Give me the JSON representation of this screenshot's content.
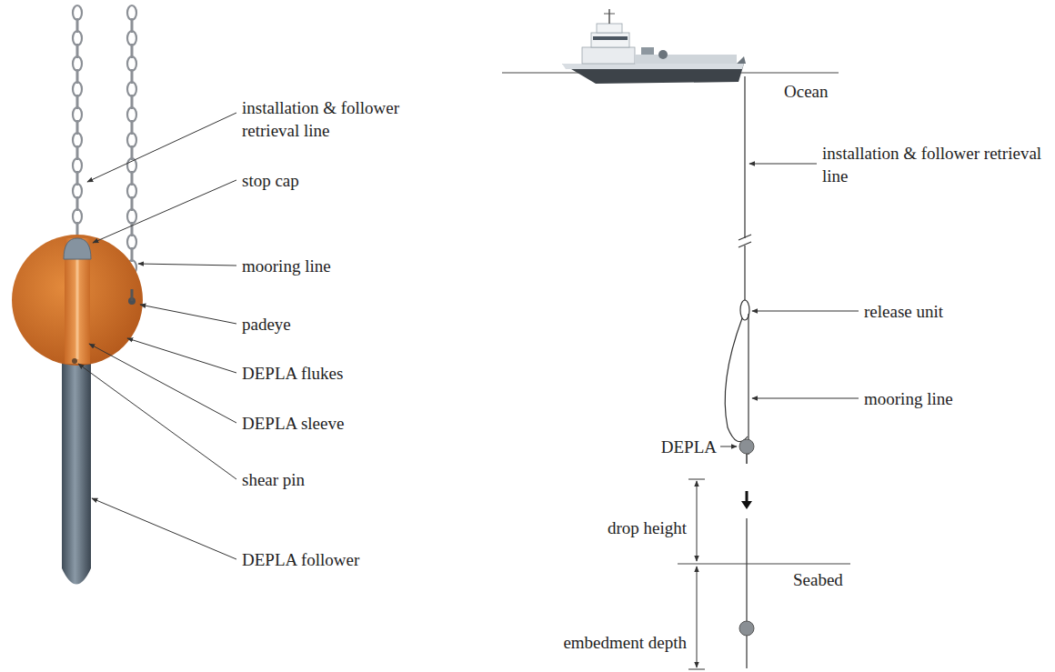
{
  "diagram": {
    "labels": [
      "installation & follower retrieval line",
      "stop cap",
      "mooring line",
      "padeye",
      "DEPLA flukes",
      "DEPLA sleeve",
      "shear pin",
      "DEPLA follower",
      "Ocean",
      "installation & follower retrieval line",
      "release unit",
      "mooring line",
      "DEPLA",
      "drop height",
      "Seabed",
      "embedment depth"
    ]
  }
}
